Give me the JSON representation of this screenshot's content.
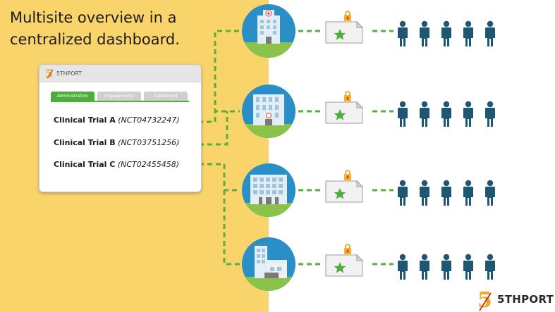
{
  "headline": {
    "line1": "Multisite overview in a",
    "line2": "centralized dashboard."
  },
  "dashboard": {
    "logo_text": "5THPORT",
    "tabs": [
      {
        "label": "Administration",
        "active": true
      },
      {
        "label": "Engagements",
        "active": false
      },
      {
        "label": "Dashboard",
        "active": false
      }
    ],
    "trials": [
      {
        "name": "Clinical Trial A",
        "code": "(NCT04732247)"
      },
      {
        "name": "Clinical Trial B",
        "code": "(NCT03751256)"
      },
      {
        "name": "Clinical Trial C",
        "code": "(NCT02455458)"
      }
    ]
  },
  "sites": [
    {
      "icon": "hospital-building-icon"
    },
    {
      "icon": "clinic-building-icon"
    },
    {
      "icon": "office-building-icon"
    },
    {
      "icon": "medical-center-icon"
    }
  ],
  "brand": {
    "logo_text": "5THPORT",
    "logo_numeral": "5"
  },
  "colors": {
    "background_left": "#f9d46b",
    "connector": "#5aae3c",
    "people": "#1e5674",
    "site_circle": "#2a8fc6",
    "ground": "#8bc34a",
    "lock": "#e53935",
    "star": "#4caf3a"
  }
}
